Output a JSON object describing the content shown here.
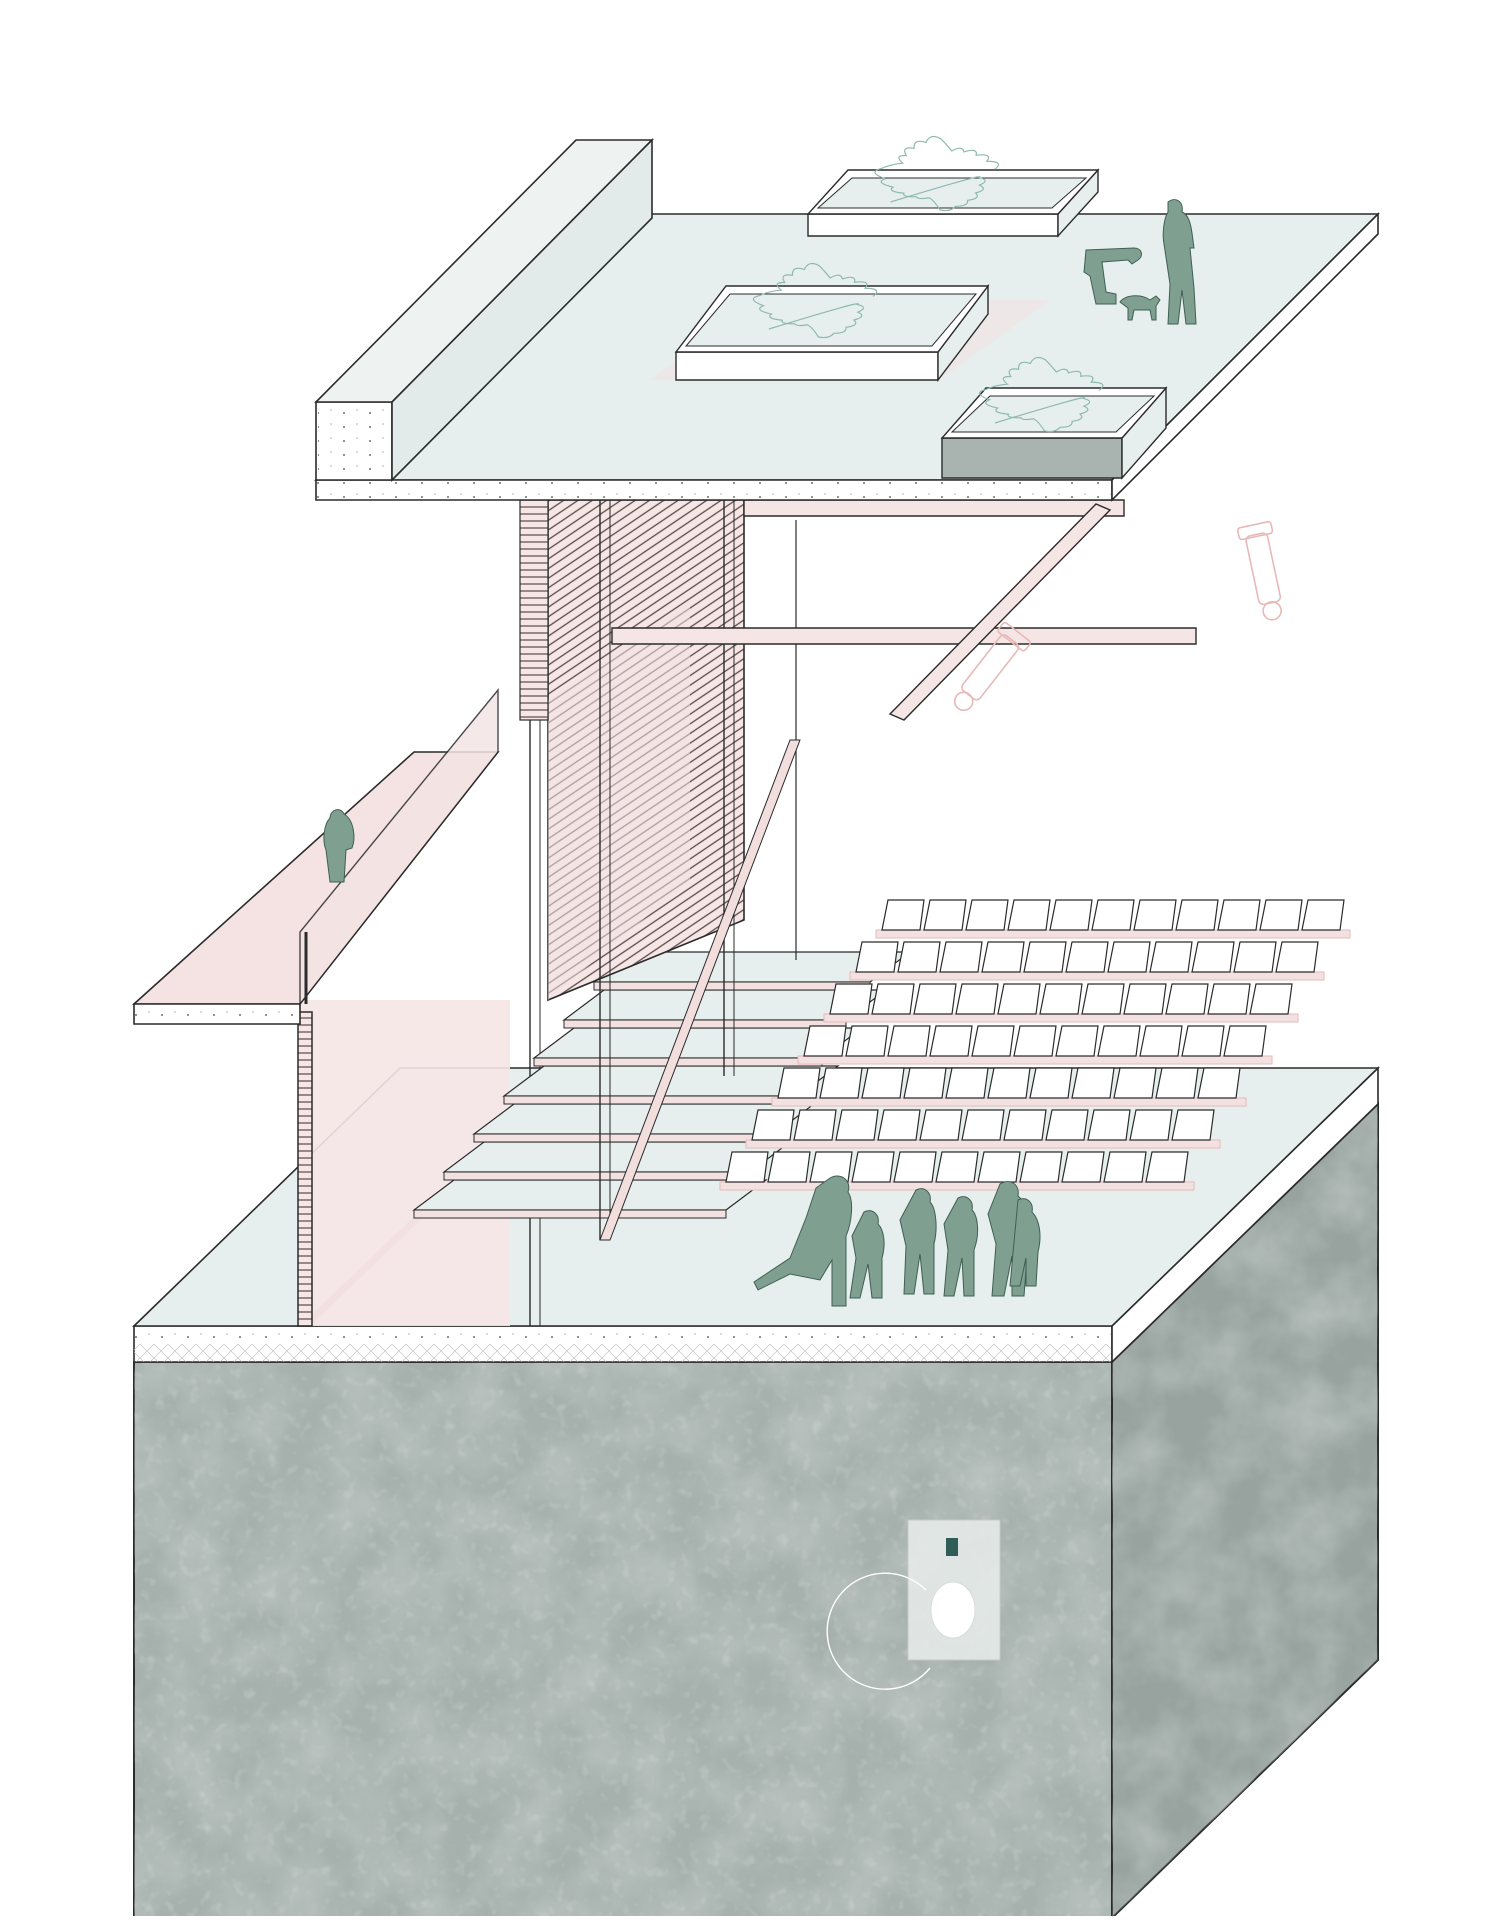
{
  "diagram": {
    "kind": "axonometric architectural section",
    "visible_text": [],
    "components": [
      "roof-terrace-slab",
      "roof-planters",
      "roof-figures",
      "steel-beam-framework",
      "stage-lighting-fixtures",
      "vertical-louver-screen",
      "mezzanine-balcony",
      "staircase",
      "auditorium-seating",
      "children-figures",
      "concrete-base-block",
      "embedded-wall-element"
    ],
    "seating": {
      "rows": 7,
      "seats_per_row": 11
    },
    "stair_treads": 7
  },
  "palette": {
    "surface_mint": "#e6efed",
    "surface_white": "#ffffff",
    "accent_pink": "#f3e1e1",
    "pink_line": "#e7b9b9",
    "figure_green": "#7f9f90",
    "plant_line": "#8fb9b0",
    "concrete_base": "#a9b4b0",
    "concrete_dark": "#8a958f",
    "line": "#2b2b2b"
  }
}
